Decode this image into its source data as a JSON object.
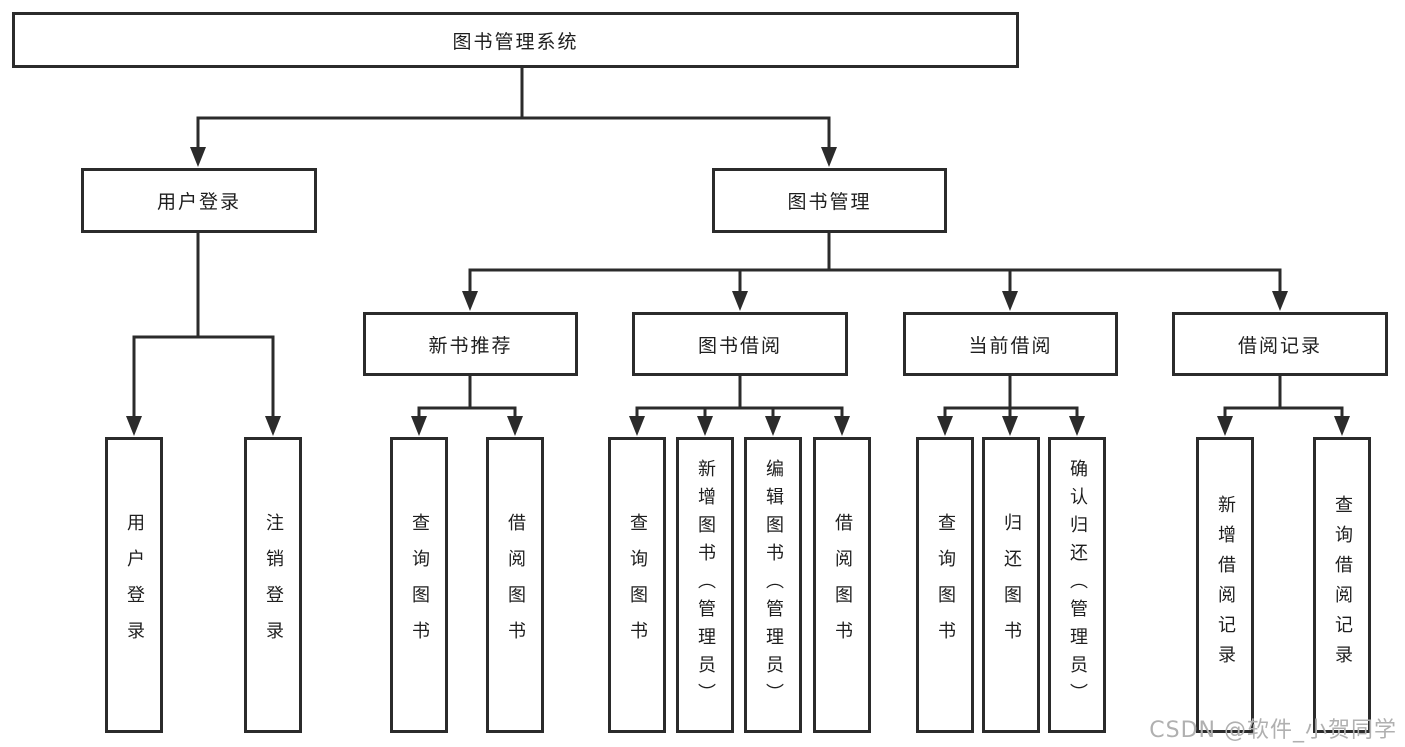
{
  "diagram": {
    "root": {
      "label": "图书管理系统"
    },
    "level2": [
      {
        "label": "用户登录"
      },
      {
        "label": "图书管理"
      }
    ],
    "level3": [
      {
        "label": "新书推荐"
      },
      {
        "label": "图书借阅"
      },
      {
        "label": "当前借阅"
      },
      {
        "label": "借阅记录"
      }
    ],
    "leaves": [
      {
        "label": "用户登录"
      },
      {
        "label": "注销登录"
      },
      {
        "label": "查询图书"
      },
      {
        "label": "借阅图书"
      },
      {
        "label": "查询图书"
      },
      {
        "label": "新增图书（管理员）"
      },
      {
        "label": "编辑图书（管理员）"
      },
      {
        "label": "借阅图书"
      },
      {
        "label": "查询图书"
      },
      {
        "label": "归还图书"
      },
      {
        "label": "确认归还（管理员）"
      },
      {
        "label": "新增借阅记录"
      },
      {
        "label": "查询借阅记录"
      }
    ],
    "colors": {
      "line": "#2b2b2b",
      "text": "#1e1e1e",
      "background": "#ffffff",
      "watermark": "#b0b0b0"
    },
    "watermark": "CSDN @软件_小贺同学"
  }
}
